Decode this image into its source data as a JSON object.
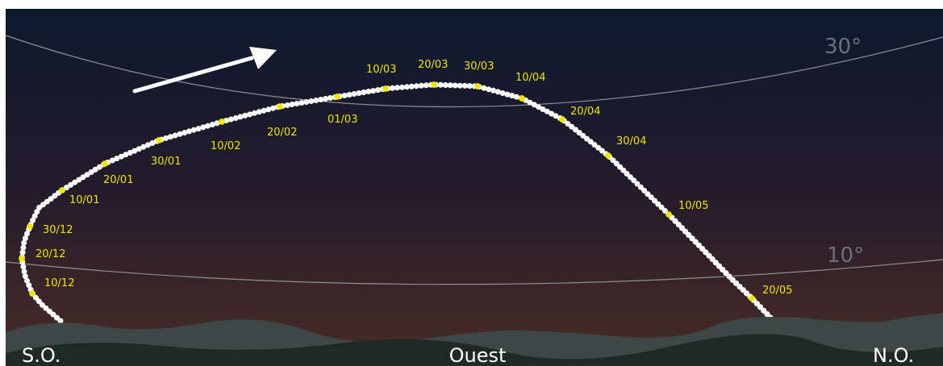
{
  "directions": {
    "southwest": "S.O.",
    "west": "Ouest",
    "northwest": "N.O."
  },
  "altitudes": {
    "high": "30°",
    "low": "10°"
  },
  "colors": {
    "sky_top": "#0d1a2e",
    "sky_mid": "#231b2b",
    "sky_bottom": "#4a2c25",
    "dot": "#ffffff",
    "date_dot": "#f2e500",
    "date_label": "#f2e500",
    "altitude_line": "#8d8f96",
    "altitude_label": "#6e7078",
    "direction_label": "#ffffff",
    "hills_far": "#3d4746",
    "hills_near": "#1f2a26"
  },
  "path_dates": [
    "10/12",
    "20/12",
    "30/12",
    "10/01",
    "20/01",
    "30/01",
    "10/02",
    "20/02",
    "01/03",
    "10/03",
    "20/03",
    "30/03",
    "10/04",
    "20/04",
    "30/04",
    "10/05",
    "20/05"
  ],
  "icons": {
    "arrow": "direction-arrow-icon"
  }
}
